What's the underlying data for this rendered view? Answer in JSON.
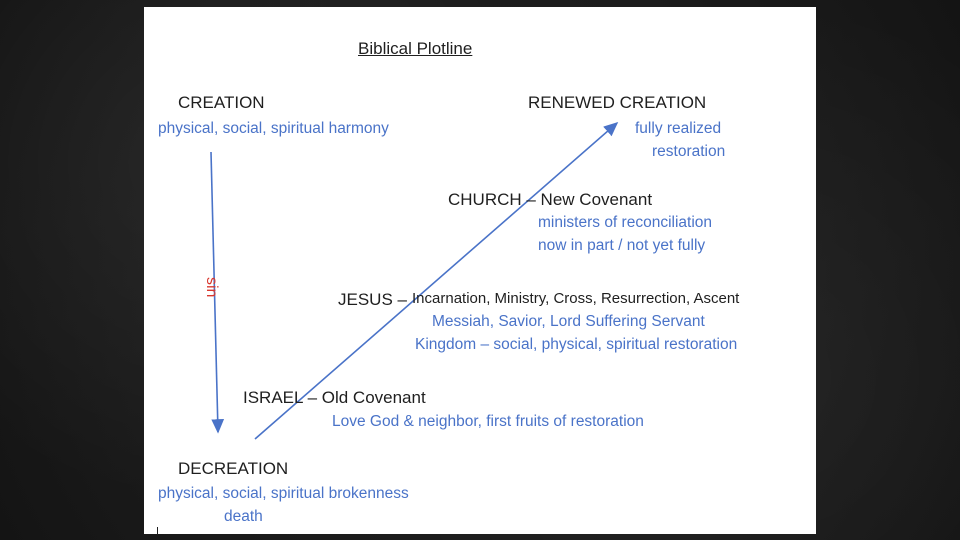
{
  "title": "Biblical Plotline",
  "creation": {
    "heading": "CREATION",
    "description": "physical, social, spiritual harmony"
  },
  "renewed_creation": {
    "heading": "RENEWED CREATION",
    "line1": "fully realized",
    "line2": "restoration"
  },
  "church": {
    "heading": "CHURCH – New Covenant",
    "line1": "ministers of reconciliation",
    "line2": "now in part / not yet fully"
  },
  "jesus": {
    "heading": "JESUS –",
    "events": "Incarnation, Ministry, Cross, Resurrection, Ascent",
    "line1": "Messiah, Savior, Lord Suffering Servant",
    "line2": "Kingdom – social, physical, spiritual restoration"
  },
  "israel": {
    "heading": "ISRAEL – Old Covenant",
    "line1": "Love God & neighbor, first fruits of restoration"
  },
  "decreation": {
    "heading": "DECREATION",
    "line1": "physical, social, spiritual brokenness",
    "line2": "death"
  },
  "sin_label": "sin",
  "colors": {
    "heading": "#1f1f1f",
    "detail": "#4a73c8",
    "sin": "#d9382f",
    "arrow": "#4a73c8"
  }
}
